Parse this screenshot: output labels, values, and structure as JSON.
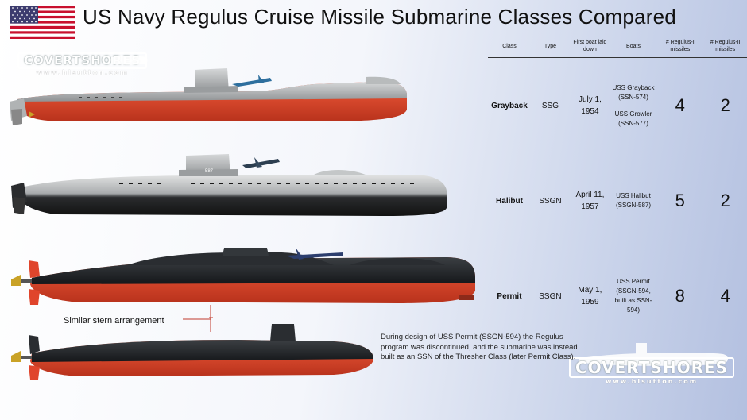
{
  "title": "US Navy Regulus Cruise Missile Submarine Classes Compared",
  "logo": {
    "name": "COVERTSHORES",
    "url": "www.hisutton.com"
  },
  "hull_markings": {
    "halibut": "587"
  },
  "colors": {
    "hull_red": "#e0452c",
    "hull_black": "#1e2124",
    "hull_grey": "#a9acae",
    "accent": "#c0392b"
  },
  "table": {
    "headers": [
      "Class",
      "Type",
      "First boat laid down",
      "Boats",
      "# Regulus-I missiles",
      "# Regulus-II missiles"
    ],
    "rows": [
      {
        "class": "Grayback",
        "type": "SSG",
        "laid_down": "July 1, 1954",
        "boats": [
          "USS Grayback (SSN-574)",
          "USS Growler (SSN-577)"
        ],
        "regulus1": "4",
        "regulus2": "2"
      },
      {
        "class": "Halibut",
        "type": "SSGN",
        "laid_down": "April 11, 1957",
        "boats": [
          "USS Halibut (SSGN-587)"
        ],
        "regulus1": "5",
        "regulus2": "2"
      },
      {
        "class": "Permit",
        "type": "SSGN",
        "laid_down": "May 1, 1959",
        "boats": [
          "USS Permit (SSGN-594, built as SSN-594)"
        ],
        "regulus1": "8",
        "regulus2": "4"
      }
    ]
  },
  "stern_label": "Similar stern arrangement",
  "note": "During design of USS Permit (SSGN-594) the Regulus program was discontinued, and the submarine was instead built as an SSN of the Thresher Class (later Permit Class)."
}
